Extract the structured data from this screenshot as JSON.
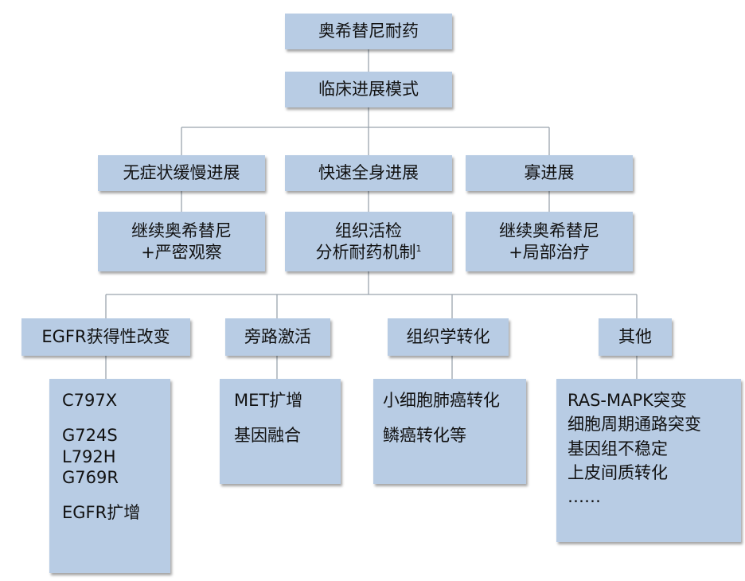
{
  "root": "奥希替尼耐药",
  "mode": "临床进展模式",
  "progression": [
    {
      "label": "无症状缓慢进展",
      "action": [
        "继续奥希替尼",
        "+严密观察"
      ]
    },
    {
      "label": "快速全身进展",
      "action": [
        "组织活检",
        "分析耐药机制"
      ],
      "action_sup": "1"
    },
    {
      "label": "寡进展",
      "action": [
        "继续奥希替尼",
        "+局部治疗"
      ]
    }
  ],
  "mechanisms": [
    {
      "label": "EGFR获得性改变",
      "items": [
        "C797X",
        "G724S",
        "L792H",
        "G769R",
        "EGFR扩增"
      ]
    },
    {
      "label": "旁路激活",
      "items": [
        "MET扩增",
        "基因融合"
      ]
    },
    {
      "label": "组织学转化",
      "items": [
        "小细胞肺癌转化",
        "鳞癌转化等"
      ]
    },
    {
      "label": "其他",
      "items": [
        "RAS-MAPK突变",
        "细胞周期通路突变",
        "基因组不稳定",
        "上皮间质转化",
        "……"
      ]
    }
  ]
}
